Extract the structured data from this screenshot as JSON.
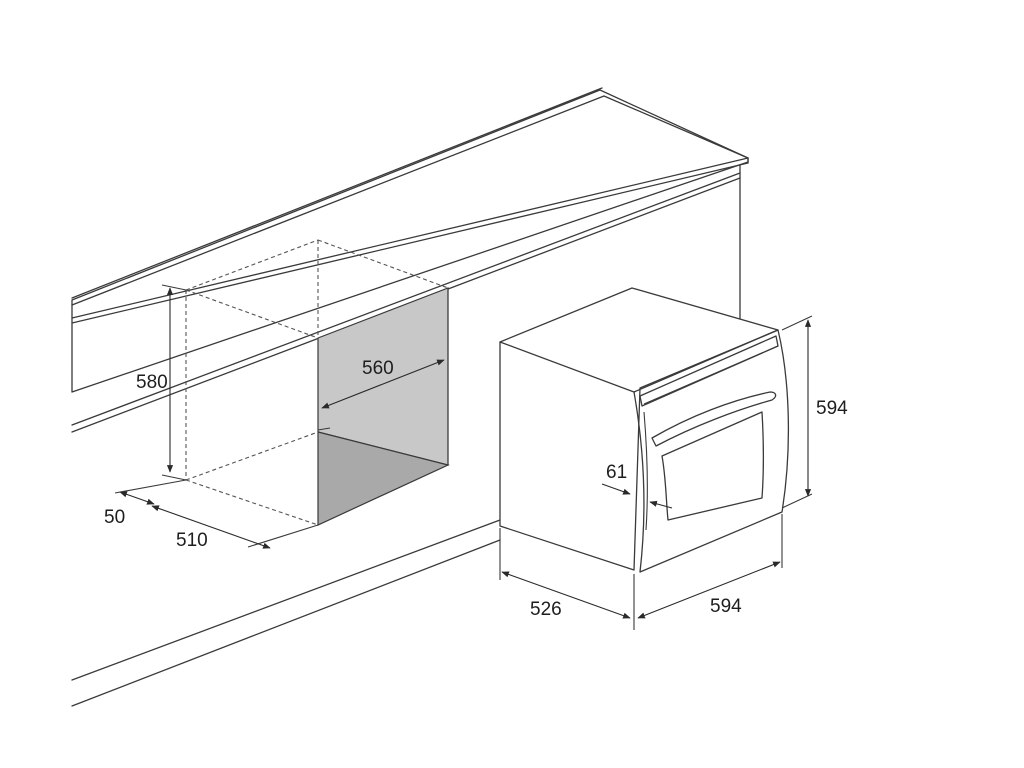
{
  "dimensions": {
    "niche_height": "580",
    "niche_width": "560",
    "niche_offset": "50",
    "niche_depth": "510",
    "oven_height": "594",
    "oven_width": "594",
    "oven_depth": "526",
    "door_protrusion": "61"
  },
  "colors": {
    "line": "#3a3a3a",
    "niche_back_panel": "#c8c8c8",
    "niche_floor": "#a9a9a9"
  }
}
